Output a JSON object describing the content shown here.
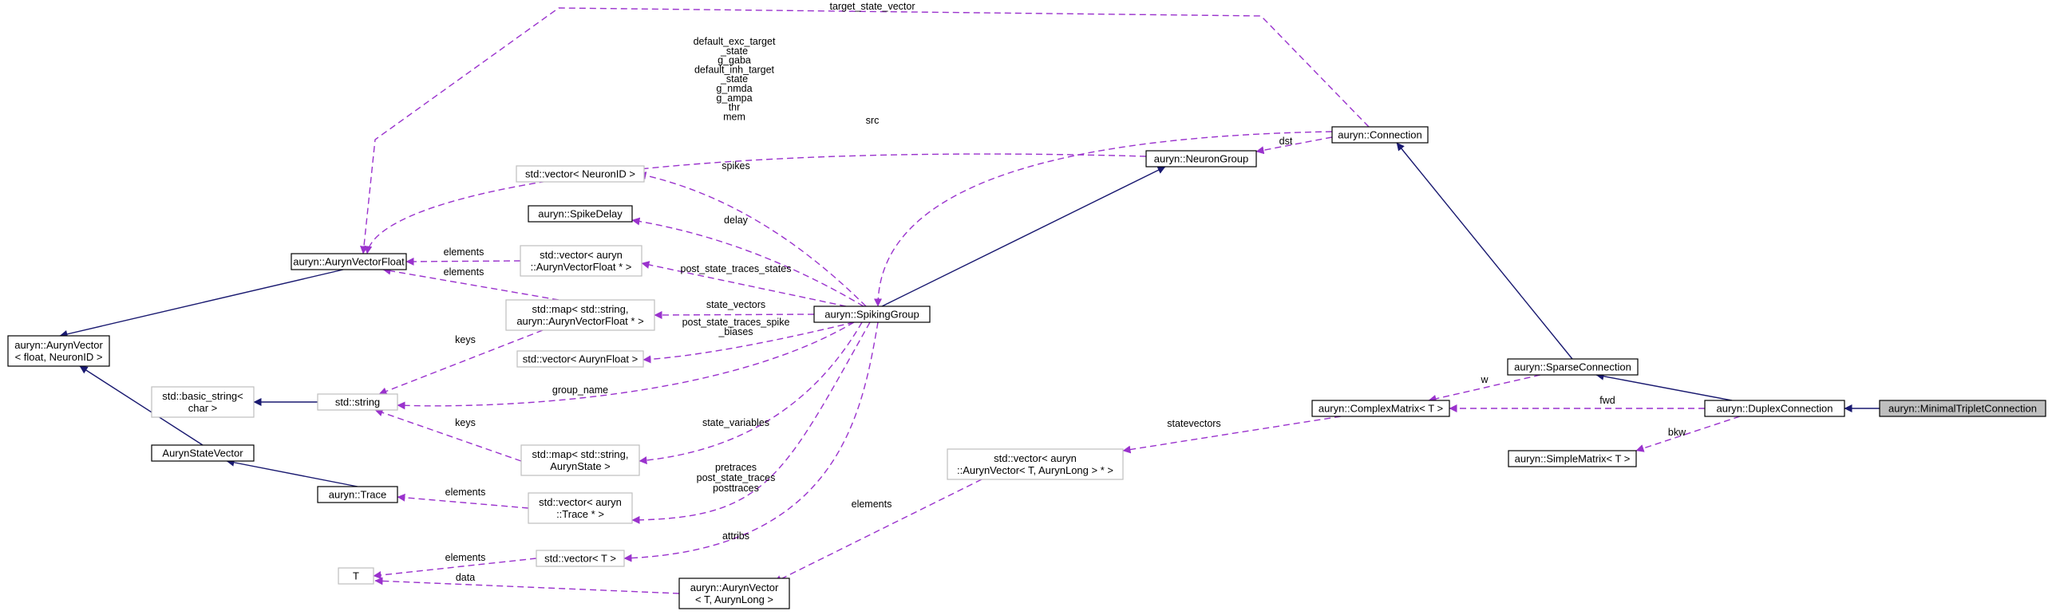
{
  "diagram": {
    "colors": {
      "inheritance": "#191970",
      "usage": "#9a32cd",
      "focus_fill": "#bfbfbf",
      "undocumented_border": "#bfbfbf"
    },
    "nodes": [
      {
        "id": "vectorfloat",
        "lines": [
          "auryn::AurynVectorFloat"
        ],
        "style": "doc"
      },
      {
        "id": "aurynvector",
        "lines": [
          "auryn::AurynVector",
          "< float, NeuronID >"
        ],
        "style": "doc"
      },
      {
        "id": "statevector",
        "lines": [
          "AurynStateVector"
        ],
        "style": "doc"
      },
      {
        "id": "trace",
        "lines": [
          "auryn::Trace"
        ],
        "style": "doc"
      },
      {
        "id": "basicstring",
        "lines": [
          "std::basic_string<",
          "char >"
        ],
        "style": "undoc"
      },
      {
        "id": "stdstring",
        "lines": [
          "std::string"
        ],
        "style": "undoc"
      },
      {
        "id": "T",
        "lines": [
          "T"
        ],
        "style": "undoc"
      },
      {
        "id": "vecneuronid",
        "lines": [
          "std::vector< NeuronID >"
        ],
        "style": "undoc"
      },
      {
        "id": "spikedelay",
        "lines": [
          "auryn::SpikeDelay"
        ],
        "style": "doc"
      },
      {
        "id": "vecvf",
        "lines": [
          "std::vector< auryn",
          "::AurynVectorFloat * >"
        ],
        "style": "undoc"
      },
      {
        "id": "mapvf",
        "lines": [
          "std::map< std::string,",
          "auryn::AurynVectorFloat * >"
        ],
        "style": "undoc"
      },
      {
        "id": "vecfloat",
        "lines": [
          "std::vector< AurynFloat >"
        ],
        "style": "undoc"
      },
      {
        "id": "mapstate",
        "lines": [
          "std::map< std::string,",
          "AurynState >"
        ],
        "style": "undoc"
      },
      {
        "id": "vectrace",
        "lines": [
          "std::vector< auryn",
          "::Trace * >"
        ],
        "style": "undoc"
      },
      {
        "id": "vecT",
        "lines": [
          "std::vector< T >"
        ],
        "style": "undoc"
      },
      {
        "id": "aurynvectorT",
        "lines": [
          "auryn::AurynVector",
          "< T, AurynLong >"
        ],
        "style": "doc"
      },
      {
        "id": "spikinggroup",
        "lines": [
          "auryn::SpikingGroup"
        ],
        "style": "doc"
      },
      {
        "id": "neurongroup",
        "lines": [
          "auryn::NeuronGroup"
        ],
        "style": "doc"
      },
      {
        "id": "connection",
        "lines": [
          "auryn::Connection"
        ],
        "style": "doc"
      },
      {
        "id": "vecaurynvector",
        "lines": [
          "std::vector< auryn",
          "::AurynVector< T, AurynLong > * >"
        ],
        "style": "undoc"
      },
      {
        "id": "complexmatrix",
        "lines": [
          "auryn::ComplexMatrix< T >"
        ],
        "style": "doc"
      },
      {
        "id": "sparseconnection",
        "lines": [
          "auryn::SparseConnection"
        ],
        "style": "doc"
      },
      {
        "id": "simplematrix",
        "lines": [
          "auryn::SimpleMatrix< T >"
        ],
        "style": "doc"
      },
      {
        "id": "duplexconnection",
        "lines": [
          "auryn::DuplexConnection"
        ],
        "style": "doc"
      },
      {
        "id": "minimaltriplet",
        "lines": [
          "auryn::MinimalTripletConnection"
        ],
        "style": "focus"
      }
    ],
    "edges": [
      {
        "from": "vectorfloat",
        "to": "aurynvector",
        "kind": "inherit",
        "labels": []
      },
      {
        "from": "statevector",
        "to": "aurynvector",
        "kind": "inherit",
        "labels": []
      },
      {
        "from": "trace",
        "to": "statevector",
        "kind": "inherit",
        "labels": []
      },
      {
        "from": "stdstring",
        "to": "basicstring",
        "kind": "inherit",
        "labels": []
      },
      {
        "from": "spikinggroup",
        "to": "neurongroup",
        "kind": "inherit",
        "labels": []
      },
      {
        "from": "sparseconnection",
        "to": "connection",
        "kind": "inherit",
        "labels": []
      },
      {
        "from": "duplexconnection",
        "to": "sparseconnection",
        "kind": "inherit",
        "labels": []
      },
      {
        "from": "minimaltriplet",
        "to": "duplexconnection",
        "kind": "inherit",
        "labels": []
      },
      {
        "from": "vecvf",
        "to": "vectorfloat",
        "kind": "usage",
        "labels": [
          "elements"
        ]
      },
      {
        "from": "mapvf",
        "to": "vectorfloat",
        "kind": "usage",
        "labels": [
          "elements"
        ]
      },
      {
        "from": "neurongroup",
        "to": "vectorfloat",
        "kind": "usage",
        "labels": [
          "default_exc_target",
          "_state",
          "g_gaba",
          "default_inh_target",
          "_state",
          "g_nmda",
          "g_ampa",
          "thr",
          "mem"
        ]
      },
      {
        "from": "connection",
        "to": "vectorfloat",
        "kind": "usage",
        "labels": [
          "target_state_vector"
        ]
      },
      {
        "from": "mapvf",
        "to": "stdstring",
        "kind": "usage",
        "labels": [
          "keys"
        ]
      },
      {
        "from": "spikinggroup",
        "to": "stdstring",
        "kind": "usage",
        "labels": [
          "group_name"
        ]
      },
      {
        "from": "mapstate",
        "to": "stdstring",
        "kind": "usage",
        "labels": [
          "keys"
        ]
      },
      {
        "from": "vectrace",
        "to": "trace",
        "kind": "usage",
        "labels": [
          "elements"
        ]
      },
      {
        "from": "vecT",
        "to": "T",
        "kind": "usage",
        "labels": [
          "elements"
        ]
      },
      {
        "from": "aurynvectorT",
        "to": "T",
        "kind": "usage",
        "labels": [
          "data"
        ]
      },
      {
        "from": "spikinggroup",
        "to": "vecneuronid",
        "kind": "usage",
        "labels": [
          "spikes"
        ]
      },
      {
        "from": "spikinggroup",
        "to": "spikedelay",
        "kind": "usage",
        "labels": [
          "delay"
        ]
      },
      {
        "from": "spikinggroup",
        "to": "vecvf",
        "kind": "usage",
        "labels": [
          "post_state_traces_states"
        ]
      },
      {
        "from": "spikinggroup",
        "to": "mapvf",
        "kind": "usage",
        "labels": [
          "state_vectors"
        ]
      },
      {
        "from": "spikinggroup",
        "to": "vecfloat",
        "kind": "usage",
        "labels": [
          "post_state_traces_spike",
          "_biases"
        ]
      },
      {
        "from": "spikinggroup",
        "to": "mapstate",
        "kind": "usage",
        "labels": [
          "state_variables"
        ]
      },
      {
        "from": "spikinggroup",
        "to": "vectrace",
        "kind": "usage",
        "labels": [
          "pretraces",
          "post_state_traces",
          "posttraces"
        ]
      },
      {
        "from": "spikinggroup",
        "to": "vecT",
        "kind": "usage",
        "labels": [
          "attribs"
        ]
      },
      {
        "from": "connection",
        "to": "spikinggroup",
        "kind": "usage",
        "labels": [
          "src"
        ]
      },
      {
        "from": "connection",
        "to": "neurongroup",
        "kind": "usage",
        "labels": [
          "dst"
        ]
      },
      {
        "from": "vecaurynvector",
        "to": "aurynvectorT",
        "kind": "usage",
        "labels": [
          "elements"
        ]
      },
      {
        "from": "complexmatrix",
        "to": "vecaurynvector",
        "kind": "usage",
        "labels": [
          "statevectors"
        ]
      },
      {
        "from": "sparseconnection",
        "to": "complexmatrix",
        "kind": "usage",
        "labels": [
          "w"
        ]
      },
      {
        "from": "duplexconnection",
        "to": "complexmatrix",
        "kind": "usage",
        "labels": [
          "fwd"
        ]
      },
      {
        "from": "duplexconnection",
        "to": "simplematrix",
        "kind": "usage",
        "labels": [
          "bkw"
        ]
      }
    ]
  }
}
